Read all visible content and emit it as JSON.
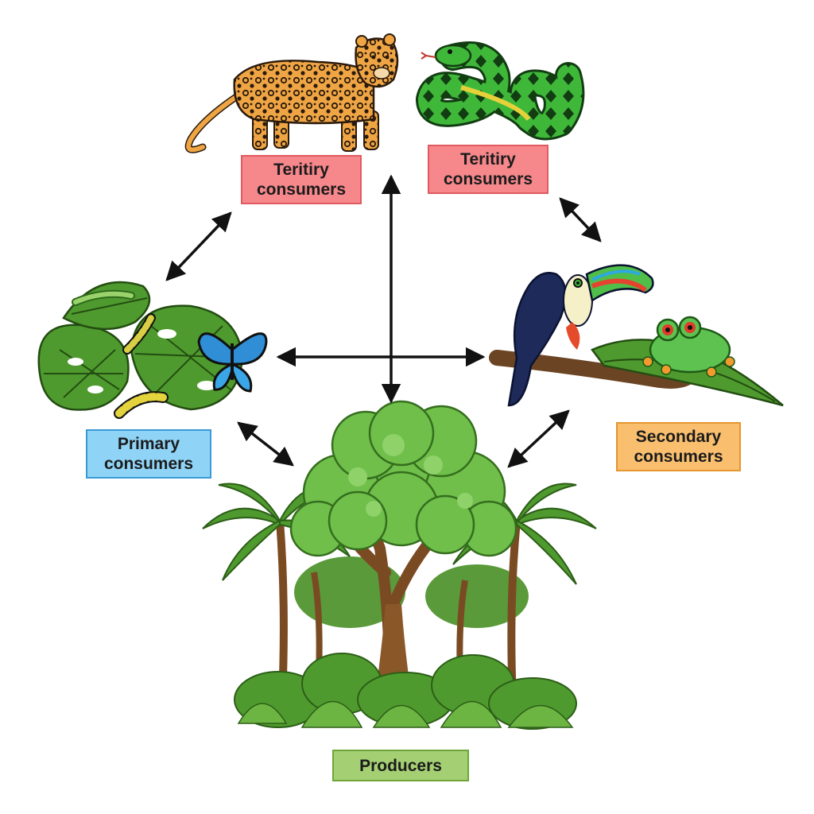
{
  "diagram": {
    "nodes": {
      "tertiary_left": {
        "label": "Teritiry\nconsumers",
        "organism": "jaguar",
        "fill": "#f6878b",
        "border": "#e05a5f"
      },
      "tertiary_right": {
        "label": "Teritiry\nconsumers",
        "organism": "snake",
        "fill": "#f6878b",
        "border": "#e05a5f"
      },
      "primary": {
        "label": "Primary\nconsumers",
        "organism": "butterfly-and-caterpillars",
        "fill": "#8fd3f6",
        "border": "#3a9ad6"
      },
      "secondary": {
        "label": "Secondary\nconsumers",
        "organism": "toucan-and-frog",
        "fill": "#f9be6e",
        "border": "#e5962f"
      },
      "producers": {
        "label": "Producers",
        "organism": "rainforest-trees",
        "fill": "#a4cf72",
        "border": "#6ea53b"
      }
    },
    "arrows": [
      {
        "from": "tertiary_left",
        "to": "primary",
        "style": "double-headed"
      },
      {
        "from": "tertiary_right",
        "to": "secondary",
        "style": "double-headed"
      },
      {
        "from": "primary",
        "to": "producers",
        "style": "double-headed"
      },
      {
        "from": "secondary",
        "to": "producers",
        "style": "double-headed"
      },
      {
        "from": "primary",
        "to": "secondary",
        "style": "double-headed"
      },
      {
        "from": "tertiary_left",
        "to": "producers",
        "style": "double-headed"
      }
    ],
    "colors": {
      "arrow": "#111111",
      "background": "#ffffff"
    }
  }
}
